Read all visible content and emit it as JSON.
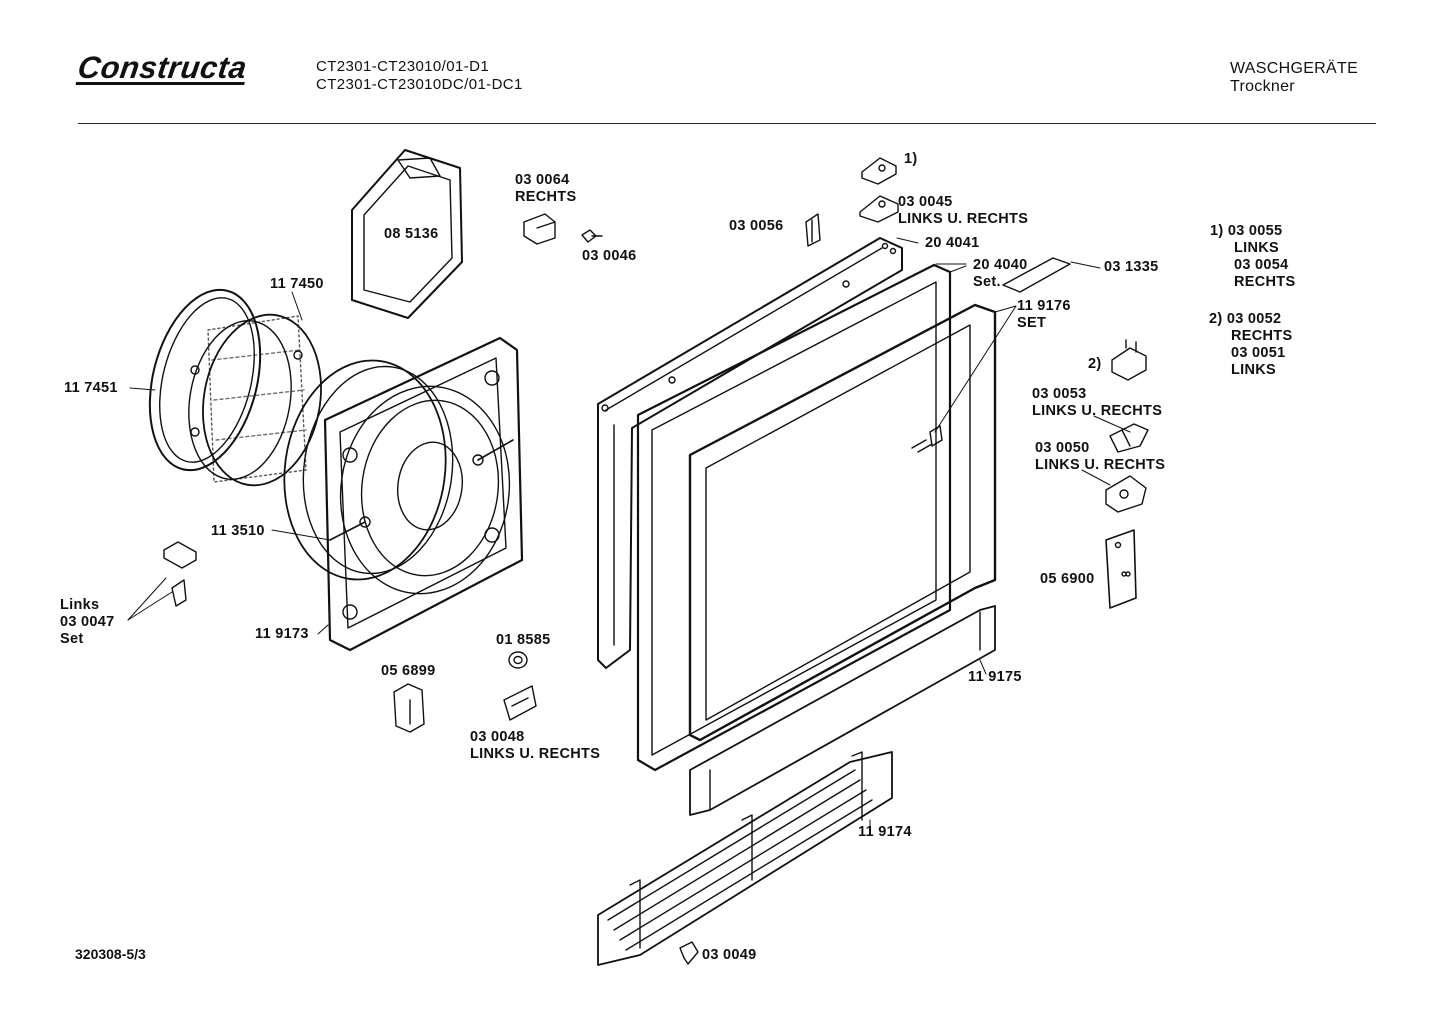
{
  "header": {
    "brand": "Constructa",
    "model_line1": "CT2301-CT23010/01-D1",
    "model_line2": "CT2301-CT23010DC/01-DC1",
    "category": "WASCHGERÄTE",
    "subcategory": "Trockner"
  },
  "labels": {
    "p085136": "08 5136",
    "p117450": "11 7450",
    "p117451": "11 7451",
    "p113510": "11 3510",
    "p119173": "11 9173",
    "p030064": "03 0064",
    "p030064_side": "RECHTS",
    "p030046": "03 0046",
    "p030056": "03 0056",
    "fn1_marker": "1)",
    "p030045": "03 0045",
    "p030045_side": "LINKS U. RECHTS",
    "p204041": "20 4041",
    "p204040": "20 4040",
    "p204040_set": "Set.",
    "p031335": "03 1335",
    "p119176": "11 9176",
    "p119176_set": "SET",
    "fn2_marker": "2)",
    "p030053": "03 0053",
    "p030053_side": "LINKS U. RECHTS",
    "p030050": "03 0050",
    "p030050_side": "LINKS U. RECHTS",
    "p056900": "05 6900",
    "p119175": "11 9175",
    "p119174": "11 9174",
    "p030049": "03 0049",
    "p018585": "01 8585",
    "p056899": "05 6899",
    "p030048": "03 0048",
    "p030048_side": "LINKS U. RECHTS",
    "p030047_side": "Links",
    "p030047": "03 0047",
    "p030047_set": "Set"
  },
  "footnotes": {
    "f1_marker": "1)",
    "f1_a": "03 0055",
    "f1_a_side": "LINKS",
    "f1_b": "03 0054",
    "f1_b_side": "RECHTS",
    "f2_marker": "2)",
    "f2_a": "03 0052",
    "f2_a_side": "RECHTS",
    "f2_b": "03 0051",
    "f2_b_side": "LINKS"
  },
  "footer": {
    "doc_number": "320308-5/3"
  }
}
